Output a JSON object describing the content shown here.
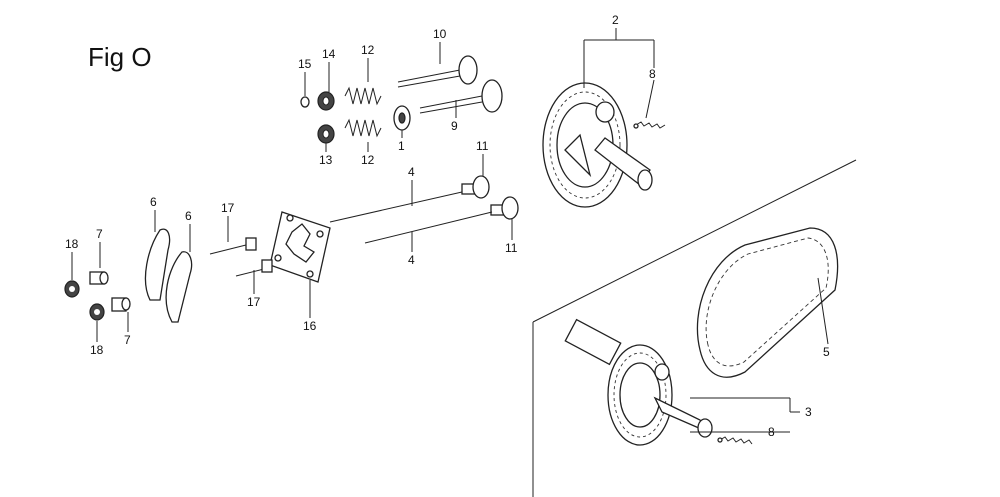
{
  "figure": {
    "title": "Fig O"
  },
  "callouts": [
    {
      "id": "c-2",
      "number": "2"
    },
    {
      "id": "c-8a",
      "number": "8"
    },
    {
      "id": "c-10",
      "number": "10"
    },
    {
      "id": "c-15",
      "number": "15"
    },
    {
      "id": "c-14",
      "number": "14"
    },
    {
      "id": "c-12a",
      "number": "12"
    },
    {
      "id": "c-9",
      "number": "9"
    },
    {
      "id": "c-1",
      "number": "1"
    },
    {
      "id": "c-13",
      "number": "13"
    },
    {
      "id": "c-12b",
      "number": "12"
    },
    {
      "id": "c-11a",
      "number": "11"
    },
    {
      "id": "c-11b",
      "number": "11"
    },
    {
      "id": "c-4a",
      "number": "4"
    },
    {
      "id": "c-4b",
      "number": "4"
    },
    {
      "id": "c-6a",
      "number": "6"
    },
    {
      "id": "c-6b",
      "number": "6"
    },
    {
      "id": "c-17a",
      "number": "17"
    },
    {
      "id": "c-17b",
      "number": "17"
    },
    {
      "id": "c-7a",
      "number": "7"
    },
    {
      "id": "c-7b",
      "number": "7"
    },
    {
      "id": "c-18a",
      "number": "18"
    },
    {
      "id": "c-18b",
      "number": "18"
    },
    {
      "id": "c-16",
      "number": "16"
    },
    {
      "id": "c-5",
      "number": "5"
    },
    {
      "id": "c-3",
      "number": "3"
    },
    {
      "id": "c-8b",
      "number": "8"
    }
  ]
}
